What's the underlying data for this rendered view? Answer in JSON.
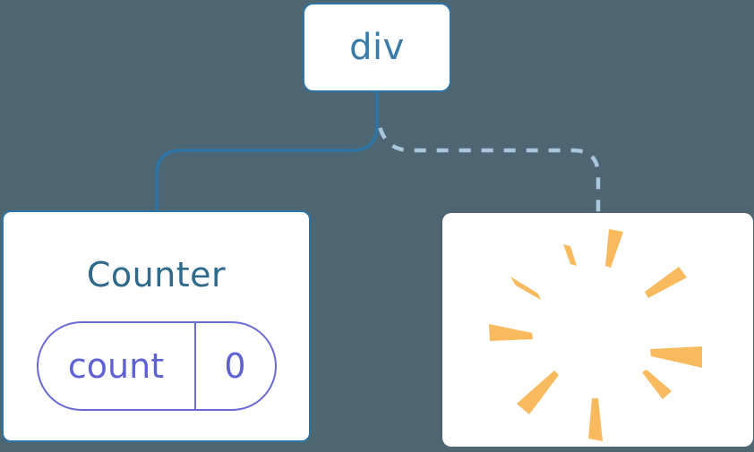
{
  "tree": {
    "root": {
      "label": "div"
    },
    "counter": {
      "title": "Counter",
      "state_key": "count",
      "state_value": "0"
    },
    "removed": {
      "icon": "poof-starburst"
    }
  },
  "colors": {
    "background": "#4D6672",
    "card": "#FFFFFF",
    "node_border": "#2D74A6",
    "solid_line": "#2D74A6",
    "dashed_line": "#A9C6DB",
    "root_label": "#3A7AA8",
    "counter_title": "#2F698C",
    "state_border": "#6A6AD6",
    "state_text": "#5F62D2",
    "starburst": "#F9BA5E"
  }
}
